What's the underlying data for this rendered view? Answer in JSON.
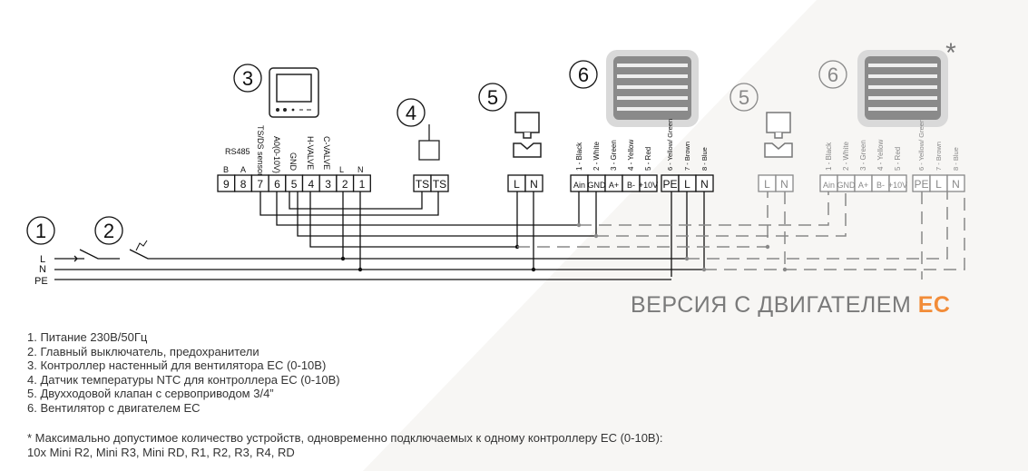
{
  "markers": {
    "m1": "1",
    "m2": "2",
    "m3": "3",
    "m4": "4",
    "m5": "5",
    "m6": "6",
    "m5b": "5",
    "m6b": "6"
  },
  "lines": {
    "L": "L",
    "N": "N",
    "PE": "PE"
  },
  "controller": {
    "bus_label": "RS485",
    "terminal_labels": [
      "B",
      "A",
      "TS/DS sensor",
      "A0(0-10V)",
      "GND",
      "H-VALVE",
      "C-VALVE",
      "L",
      "N"
    ],
    "terminals": [
      "9",
      "8",
      "7",
      "6",
      "5",
      "4",
      "3",
      "2",
      "1"
    ]
  },
  "sensor": {
    "terminals": [
      "TS",
      "TS"
    ]
  },
  "valve": {
    "terminals": [
      "L",
      "N"
    ]
  },
  "fan": {
    "signal_labels": [
      "1 - Black",
      "2 - White",
      "3 - Green",
      "4 - Yellow",
      "5 - Red"
    ],
    "signal_terminals": [
      "Ain",
      "GND",
      "A+",
      "B-",
      "+10V"
    ],
    "power_labels": [
      "6 - Yellow/ Green",
      "7 - Brown",
      "8 - Blue"
    ],
    "power_terminals": [
      "PE",
      "L",
      "N"
    ]
  },
  "asterisk": "*",
  "title": {
    "text": "ВЕРСИЯ С ДВИГАТЕЛЕМ",
    "accent": "EC"
  },
  "colors": {
    "accent": "#f28c38",
    "secondary": "#7a7a7a",
    "background_alt": "#f7f6f4"
  },
  "legend": [
    "1. Питание 230В/50Гц",
    "2. Главный выключатель, предохранители",
    "3. Контроллер настенный для вентилятора EC (0-10В)",
    "4. Датчик температуры NTC для контроллера EC (0-10В)",
    "5. Двухходовой клапан с сервоприводом 3/4”",
    "6. Вентилятор с двигателем EC"
  ],
  "note": [
    "* Максимально допустимое количество устройств, одновременно подключаемых к одному контроллеру EC (0-10В):",
    "10x Mini R2, Mini R3, Mini RD, R1, R2, R3, R4, RD"
  ]
}
